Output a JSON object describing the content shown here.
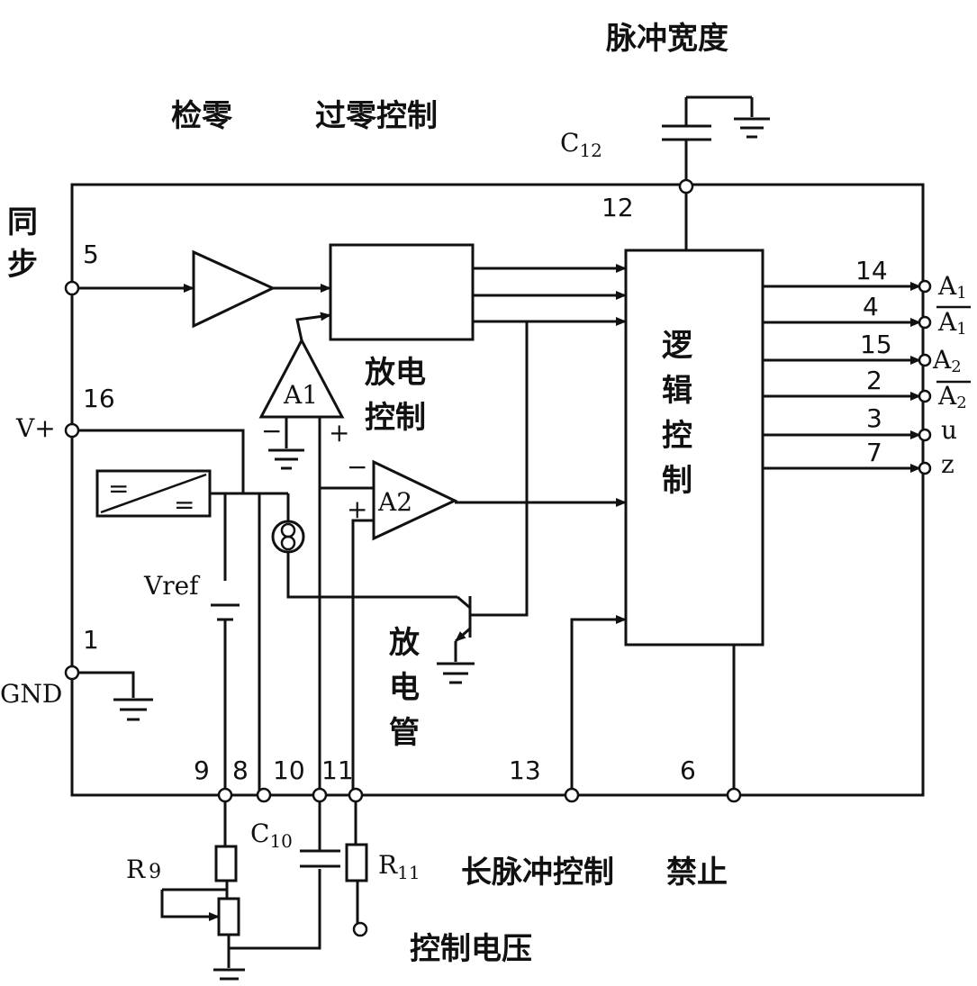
{
  "labels": {
    "pulse_width": "脉冲宽度",
    "zero_detect": "检零",
    "zero_cross_control": "过零控制",
    "sync": "同步",
    "discharge_control": "放电控制",
    "discharge_tube": "放电管",
    "logic_control": "逻辑控制",
    "long_pulse_control": "长脉冲控制",
    "inhibit": "禁止",
    "control_voltage": "控制电压"
  },
  "components": {
    "c12": "C",
    "c12_sub": "12",
    "c10": "C",
    "c10_sub": "10",
    "r9": "R",
    "r9_sub": "9",
    "r11": "R",
    "r11_sub": "11",
    "a1": "A1",
    "a2": "A2",
    "vref": "Vref",
    "vplus": "V+",
    "gnd": "GND"
  },
  "pins": {
    "p5": "5",
    "p16": "16",
    "p1": "1",
    "p9": "9",
    "p8": "8",
    "p10": "10",
    "p11": "11",
    "p13": "13",
    "p6": "6",
    "p12": "12",
    "p14": "14",
    "p4": "4",
    "p15": "15",
    "p2": "2",
    "p3": "3",
    "p7": "7"
  },
  "outputs": {
    "o14": "A",
    "o14_sub": "1",
    "o4": "A",
    "o4_sub": "1",
    "o15": "A",
    "o15_sub": "2",
    "o2": "A",
    "o2_sub": "2",
    "o3": "u",
    "o7": "z"
  },
  "signs": {
    "minus": "−",
    "plus": "+",
    "eq": "="
  }
}
